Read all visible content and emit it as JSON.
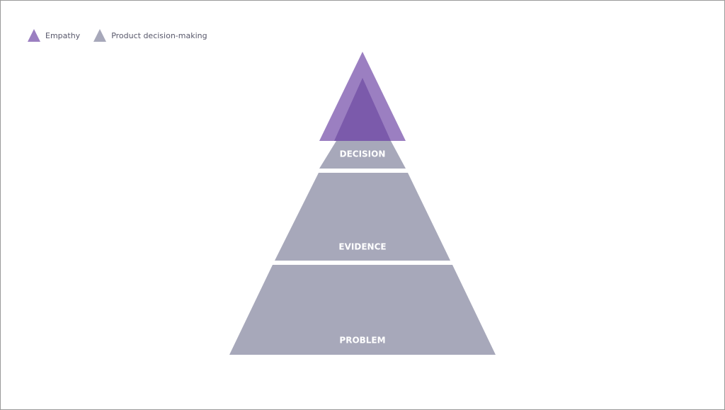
{
  "legend": {
    "items": [
      {
        "label": "Empathy",
        "icon": "triangle-icon",
        "color": "#9b7fc1"
      },
      {
        "label": "Product decision-making",
        "icon": "triangle-icon",
        "color": "#a7a8ba"
      }
    ]
  },
  "pyramid": {
    "tiers": [
      {
        "label": "DECISION"
      },
      {
        "label": "EVIDENCE"
      },
      {
        "label": "PROBLEM"
      }
    ],
    "colors": {
      "tier_fill": "#a7a8ba",
      "empathy_fill": "#9b7fc1",
      "empathy_overlap": "#7b5aab"
    }
  }
}
